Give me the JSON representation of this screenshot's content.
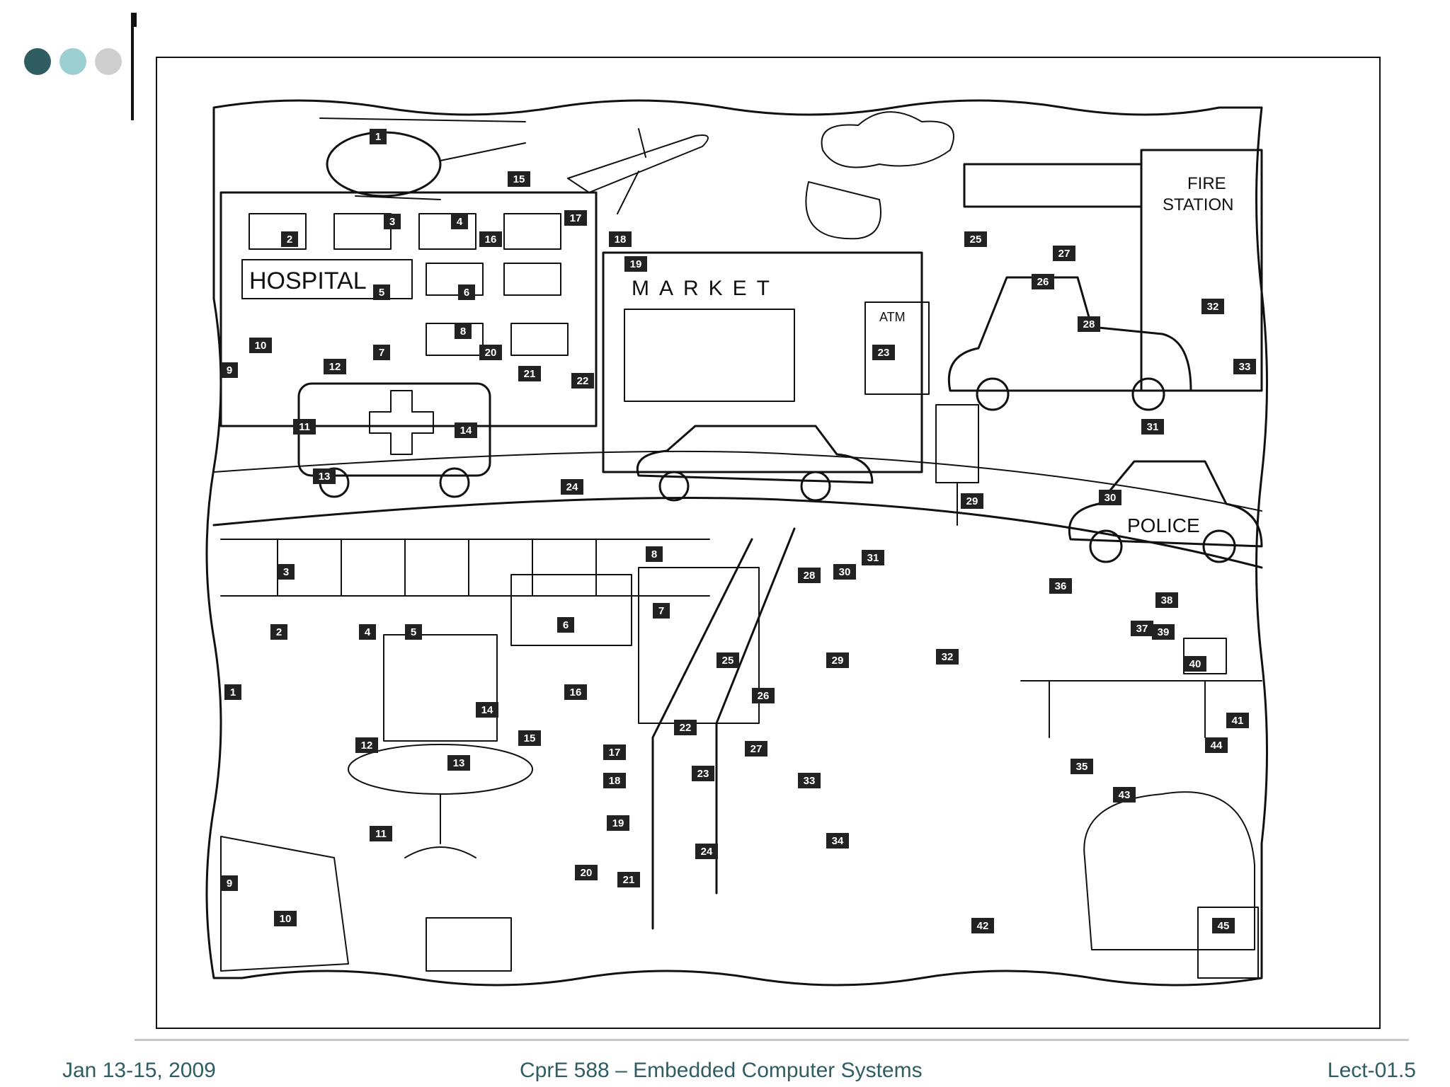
{
  "header": {
    "dots": [
      {
        "name": "dot-dark",
        "color": "#2f5d62"
      },
      {
        "name": "dot-light",
        "color": "#9ccfd1"
      },
      {
        "name": "dot-gray",
        "color": "#cfcfcf"
      }
    ]
  },
  "illustration": {
    "signs": {
      "hospital": "HOSPITAL",
      "market": "MARKET",
      "atm": "ATM",
      "fire_station_line1": "FIRE",
      "fire_station_line2": "STATION",
      "police": "POLICE"
    },
    "city_labels": [
      "1",
      "2",
      "3",
      "4",
      "5",
      "6",
      "7",
      "8",
      "9",
      "10",
      "11",
      "12",
      "13",
      "14",
      "15",
      "16",
      "17",
      "18",
      "19",
      "20",
      "21",
      "22",
      "23",
      "24",
      "25",
      "26",
      "27",
      "28",
      "29",
      "30",
      "31",
      "32",
      "33"
    ],
    "home_labels": [
      "1",
      "2",
      "3",
      "4",
      "5",
      "6",
      "7",
      "8",
      "9",
      "10",
      "11",
      "12",
      "13",
      "14",
      "15",
      "16",
      "17",
      "18",
      "19",
      "20",
      "21",
      "22",
      "23",
      "24",
      "25",
      "26",
      "27",
      "28",
      "29",
      "30",
      "31",
      "32",
      "33",
      "34",
      "35",
      "36",
      "37",
      "38",
      "39",
      "40",
      "41",
      "42",
      "43",
      "44",
      "45"
    ]
  },
  "footer": {
    "date": "Jan 13-15, 2009",
    "course": "CprE 588 – Embedded Computer Systems",
    "lecture": "Lect-01.5"
  }
}
